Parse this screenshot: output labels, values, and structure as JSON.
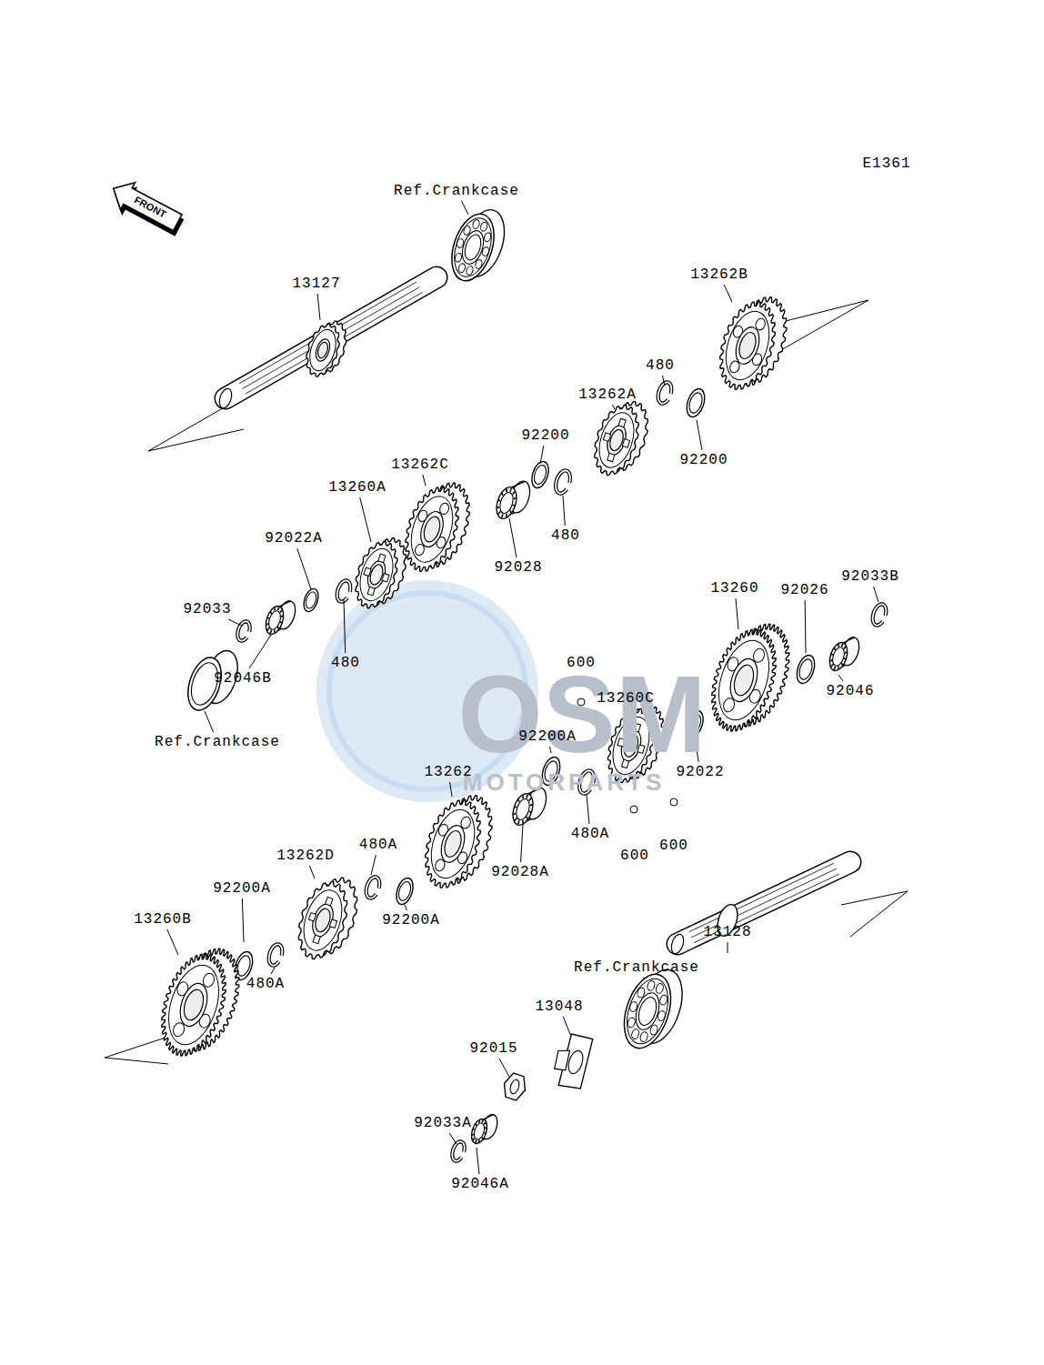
{
  "diagram": {
    "labels": [
      "E1361",
      "FRONT",
      "Ref.Crankcase",
      "13127",
      "13262B",
      "480",
      "13262A",
      "92200",
      "92200",
      "13262C",
      "480",
      "92028",
      "13260A",
      "92022A",
      "92033B",
      "13260",
      "92026",
      "92033",
      "480",
      "92046B",
      "92046",
      "600",
      "13260C",
      "Ref.Crankcase",
      "92200A",
      "92022",
      "13262",
      "480A",
      "13262D",
      "480A",
      "600",
      "600",
      "92028A",
      "92200A",
      "13260B",
      "92200A",
      "480A",
      "13128",
      "Ref.Crankcase",
      "13048",
      "92015",
      "92033A",
      "92046A",
      "OSM",
      "MOTORPARTS"
    ]
  }
}
